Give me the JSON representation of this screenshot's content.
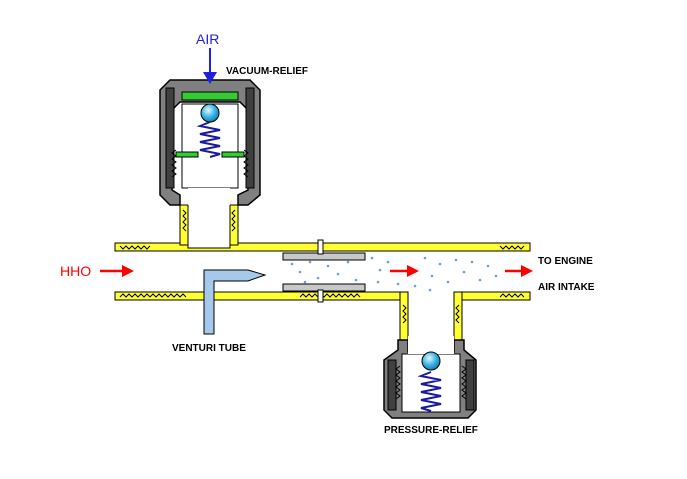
{
  "labels": {
    "air": "AIR",
    "vacuum_relief": "VACUUM-RELIEF",
    "hho": "HHO",
    "to_engine": "TO ENGINE",
    "air_intake": "AIR INTAKE",
    "venturi_tube": "VENTURI TUBE",
    "pressure_relief": "PRESSURE-RELIEF"
  },
  "colors": {
    "pipe_wall": "#ffff33",
    "pipe_interior": "#ffffff",
    "outline": "#000000",
    "housing": "#808080",
    "housing_dark": "#404040",
    "seat": "#33cc33",
    "spring": "#1a1aa0",
    "ball": "#33b5e5",
    "venturi": "#a6c8ea",
    "bubbles": "#6f9fd8",
    "fitting": "#c8c8c8",
    "air_arrow": "#1f1fe0",
    "flow_arrow": "#ff0000",
    "hho_text": "#ff0000",
    "air_text": "#1f1fe0"
  }
}
